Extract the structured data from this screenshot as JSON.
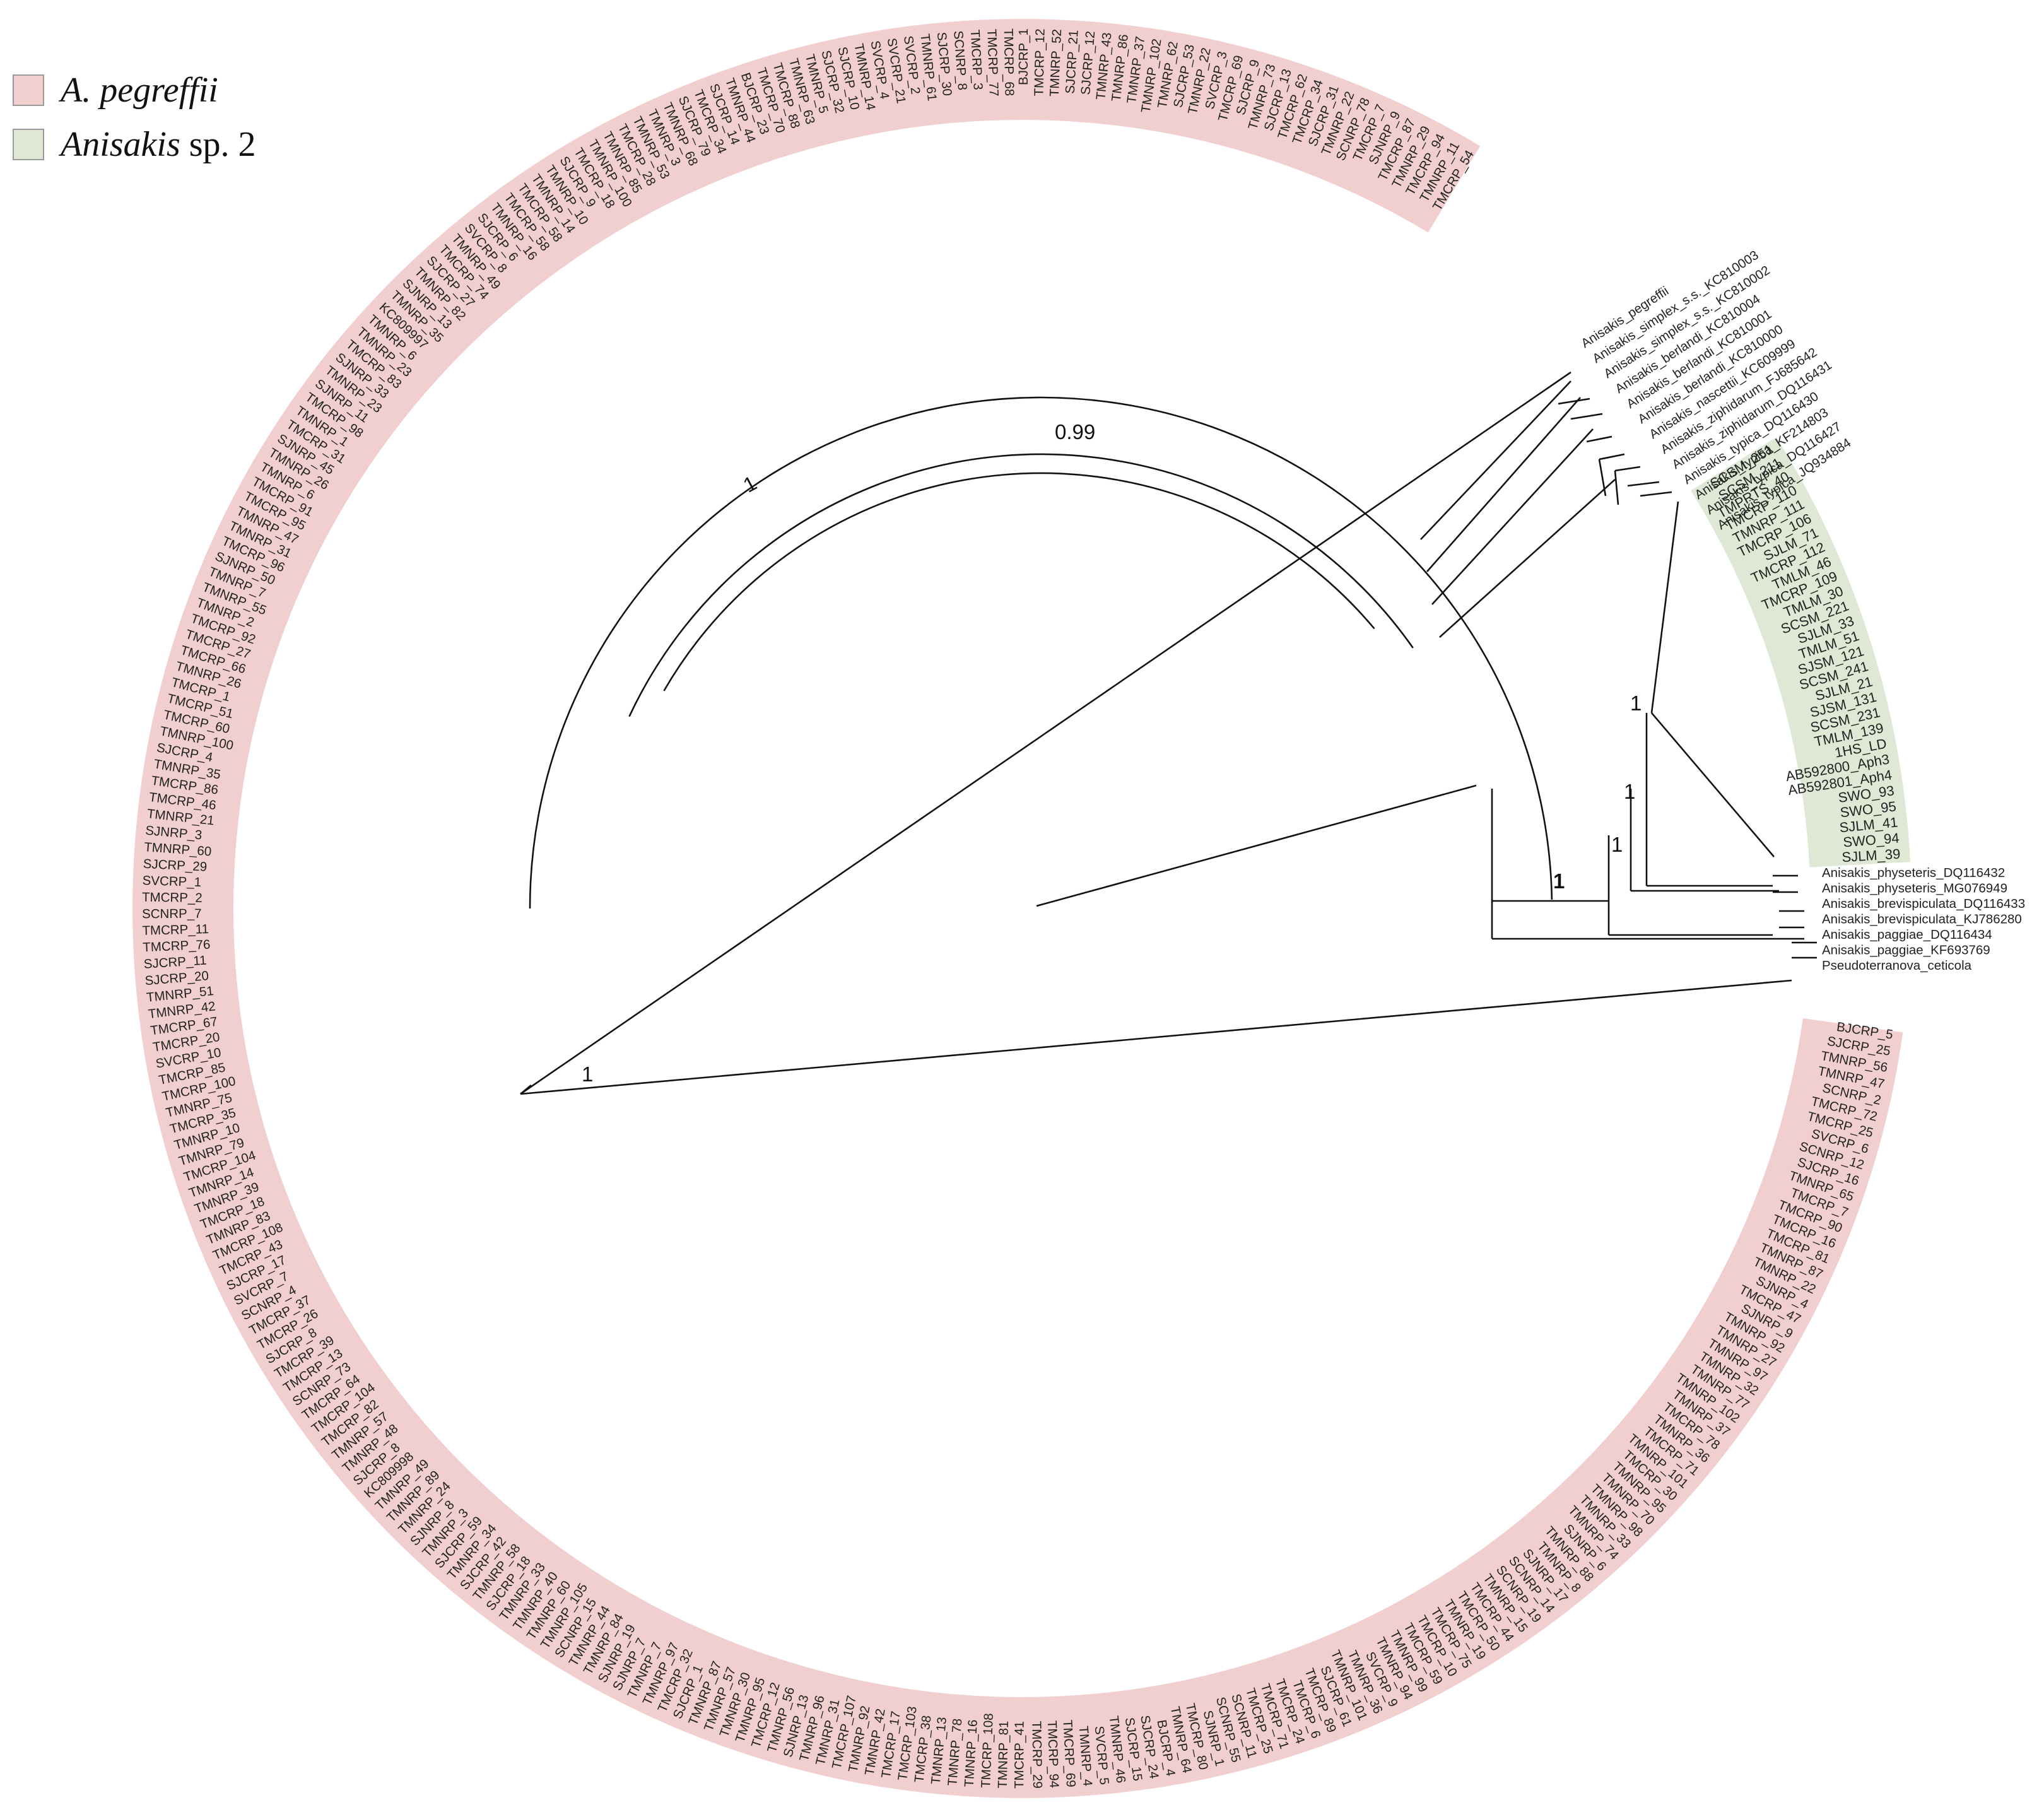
{
  "legend": [
    {
      "species": "A. pegreffii",
      "suffix": "",
      "color": "#f2cfcf"
    },
    {
      "species": "Anisakis",
      "suffix": " sp. 2",
      "color": "#dfe8d5"
    }
  ],
  "colors": {
    "ring_pink": "#f2cfcf",
    "ring_green": "#dfe8d5",
    "branch": "#111111"
  },
  "support_values": {
    "n0": "0.99",
    "n1": "1",
    "n2": "1",
    "n3": "1",
    "n4": "1",
    "n5": "1",
    "n6": "1"
  },
  "reference_tips": [
    "Anisakis_pegreffii",
    "Anisakis_simplex_s.s._KC810003",
    "Anisakis_simplex_s.s._KC810002",
    "Anisakis_berlandi_KC810004",
    "Anisakis_berlandi_KC810001",
    "Anisakis_berlandi_KC810000",
    "Anisakis_nascettii_KC609999",
    "Anisakis_ziphidarum_FJ685642",
    "Anisakis_ziphidarum_DQ116431",
    "Anisakis_typica_DQ116430",
    "Anisakis_typica_KF214803",
    "Anisakis_typica_DQ116427",
    "Anisakis_typica_JQ934884"
  ],
  "green_tips": [
    "SCSM_251",
    "SCSM_211",
    "TMPRTS_40",
    "TMCRP_110",
    "TMNRP_111",
    "TMCRP_106",
    "SJLM_71",
    "TMCRP_112",
    "TMLM_46",
    "TMCRP_109",
    "TMLM_30",
    "SCSM_221",
    "SJLM_33",
    "TMLM_51",
    "SJSM_121",
    "SCSM_241",
    "SJLM_21",
    "SJSM_131",
    "SCSM_231",
    "TMLM_139",
    "1HS_LD",
    "AB592800_Aph3",
    "AB592801_Aph4",
    "SWO_93",
    "SWO_95",
    "SJLM_41",
    "SWO_94",
    "SJLM_39"
  ],
  "outgroup_tips": [
    "Anisakis_physeteris_DQ116432",
    "Anisakis_physeteris_MG076949",
    "Anisakis_brevispiculata_DQ116433",
    "Anisakis_brevispiculata_KJ786280",
    "Anisakis_paggiae_DQ116434",
    "Anisakis_paggiae_KF693769",
    "Pseudoterranova_ceticola"
  ],
  "pink_tips": [
    "BJCRP_5",
    "SJCRP_25",
    "TMNRP_56",
    "TMNRP_47",
    "SCNRP_2",
    "TMCRP_72",
    "TMCRP_25",
    "SVCRP_6",
    "SCNRP_12",
    "SJCRP_16",
    "TMNRP_65",
    "TMCRP_7",
    "TMCRP_90",
    "TMCRP_16",
    "TMCRP_81",
    "TMNRP_87",
    "TMNRP_22",
    "SJNRP_4",
    "TMCRP_47",
    "SJNRP_9",
    "TMNRP_92",
    "TMNRP_27",
    "TMNRP_97",
    "TMNRP_32",
    "TMNRP_77",
    "TMNRP_102",
    "TMNRP_37",
    "TMCRP_78",
    "TMNRP_36",
    "TMCRP_71",
    "TMNRP_101",
    "TMCRP_30",
    "TMNRP_95",
    "TMNRP_70",
    "TMNRP_98",
    "TMNRP_33",
    "TMNRP_74",
    "SJNRP_6",
    "TMNRP_88",
    "TMNRP_8",
    "SJNRP_17",
    "SCNRP_14",
    "SCNRP_19",
    "TMNRP_15",
    "TMCRP_44",
    "TMCRP_50",
    "TMNRP_19",
    "TMCRP_75",
    "TMCRP_10",
    "TMCRP_59",
    "TMNRP_99",
    "TMNRP_94",
    "SVCRP_9",
    "TMNRP_36",
    "TMNRP_101",
    "SJCRP_61",
    "TMCRP_89",
    "TMCRP_6",
    "TMCRP_24",
    "TMCRP_71",
    "TMCRP_25",
    "SCNRP_11",
    "SCNRP_55",
    "SJNRP_1",
    "TMCRP_80",
    "TMNRP_64",
    "BJCRP_4",
    "SJCRP_24",
    "SJCRP_15",
    "TMNRP_46",
    "SVCRP_5",
    "TMNRP_4",
    "TMCRP_69",
    "TMCRP_94",
    "TMCRP_29",
    "TMCRP_41",
    "TMNRP_81",
    "TMCRP_108",
    "TMNRP_16",
    "TMNRP_78",
    "TMNRP_13",
    "TMCRP_38",
    "TMCRP_103",
    "TMCRP_17",
    "TMNRP_42",
    "TMNRP_92",
    "TMCRP_107",
    "TMNRP_31",
    "TMNRP_96",
    "SJNRP_13",
    "TMNRP_56",
    "TMCRP_12",
    "TMNRP_95",
    "TMNRP_30",
    "TMNRP_57",
    "TMNRP_87",
    "SJCRP_1",
    "TMCRP_32",
    "TMNRP_97",
    "TMNRP_7",
    "SJNRP_7",
    "SJNRP_19",
    "TMNRP_84",
    "TMNRP_44",
    "SCNRP_15",
    "TMNRP_105",
    "TMNRP_60",
    "TMNRP_40",
    "TMNRP_33",
    "SJCRP_18",
    "TMNRP_58",
    "SJCRP_42",
    "TMNRP_34",
    "SJCRP_59",
    "TMNRP_3",
    "SJNRP_8",
    "TMNRP_24",
    "TMNRP_89",
    "TMNRP_49",
    "KC809998",
    "SJCRP_8",
    "TMNRP_48",
    "TMNRP_57",
    "TMCRP_82",
    "TMCRP_104",
    "TMCRP_64",
    "SCNRP_73",
    "TMCRP_13",
    "TMCRP_39",
    "SJCRP_8",
    "TMCRP_26",
    "TMCRP_37",
    "SCNRP_4",
    "SVCRP_7",
    "SJCRP_17",
    "TMCRP_43",
    "TMCRP_108",
    "TMNRP_83",
    "TMCRP_18",
    "TMNRP_39",
    "TMNRP_14",
    "TMCRP_104",
    "TMNRP_79",
    "TMNRP_10",
    "TMCRP_35",
    "TMNRP_75",
    "TMCRP_100",
    "TMCRP_85",
    "SVCRP_10",
    "TMCRP_20",
    "TMCRP_67",
    "TMNRP_42",
    "TMNRP_51",
    "SJCRP_20",
    "SJCRP_11",
    "TMCRP_76",
    "TMCRP_11",
    "SCNRP_7",
    "TMCRP_2",
    "SVCRP_1",
    "SJCRP_29",
    "TMNRP_60",
    "SJNRP_3",
    "TMNRP_21",
    "TMCRP_46",
    "TMCRP_86",
    "TMNRP_35",
    "SJCRP_4",
    "TMNRP_100",
    "TMCRP_60",
    "TMCRP_51",
    "TMCRP_1",
    "TMNRP_26",
    "TMCRP_66",
    "TMCRP_27",
    "TMCRP_92",
    "TMNRP_2",
    "TMNRP_55",
    "TMNRP_7",
    "SJNRP_50",
    "TMCRP_96",
    "TMNRP_31",
    "TMNRP_47",
    "TMCRP_95",
    "TMCRP_91",
    "TMNRP_6",
    "TMNRP_26",
    "SJNRP_45",
    "TMCRP_31",
    "TMNRP_1",
    "TMCRP_98",
    "SJNRP_11",
    "TMNRP_23",
    "SJNRP_33",
    "TMCRP_83",
    "TMNRP_23",
    "TMNRP_6",
    "KC809997",
    "TMNRP_35",
    "SJNRP_13",
    "TMNRP_82",
    "SJCRP_27",
    "TMCRP_74",
    "TMNRP_49",
    "SVCRP_8",
    "SJCRP_6",
    "TMNRP_16",
    "TMCRP_58",
    "TMCRP_58",
    "TMNRP_14",
    "TMNRP_10",
    "SJCRP_9",
    "TMCRP_18",
    "TMNRP_100",
    "TMNRP_85",
    "TMCRP_28",
    "TMNRP_53",
    "TMNRP_3",
    "TMNRP_68",
    "SJCRP_79",
    "TMCRP_34",
    "SJCRP_14",
    "TMNRP_44",
    "BJCRP_23",
    "TMCRP_70",
    "TMCRP_88",
    "TMNRP_63",
    "TMNRP_5",
    "SJCRP_32",
    "SJCRP_10",
    "TMNRP_14",
    "SVCRP_4",
    "SVCRP_21",
    "SVCRP_2",
    "TMNRP_61",
    "SJCRP_30",
    "SCNRP_8",
    "TMCRP_3",
    "TMCRP_77",
    "TMCRP_68",
    "BJCRP_1",
    "TMCRP_12",
    "TMNRP_52",
    "SJCRP_21",
    "SJCRP_12",
    "TMNRP_43",
    "TMNRP_86",
    "TMNRP_37",
    "TMNRP_102",
    "TMNRP_62",
    "SJCRP_53",
    "TMNRP_22",
    "SVCRP_3",
    "TMCRP_69",
    "SJCRP_9",
    "TMNRP_73",
    "SJCRP_13",
    "TMCRP_62",
    "TMCRP_34",
    "SJCRP_31",
    "TMNRP_22",
    "SCNRP_78",
    "TMCRP_7",
    "SJNRP_9",
    "TMCRP_87",
    "TMNRP_29",
    "TMCRP_94",
    "TMNRP_11",
    "TMCRP_54"
  ]
}
